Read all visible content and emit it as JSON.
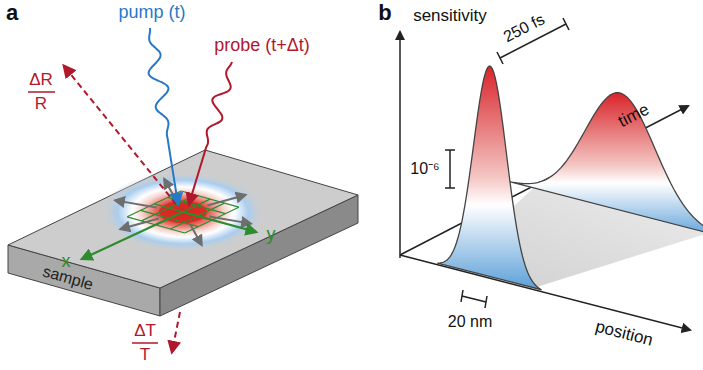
{
  "diagram": {
    "labels": [
      "a",
      "pump (t)",
      "probe (t+Δt)",
      "ΔR",
      "R",
      "x",
      "y",
      "sample",
      "ΔT",
      "T",
      "b",
      "sensitivity",
      "10⁻⁶",
      "250 fs",
      "20 nm",
      "time",
      "position"
    ]
  }
}
